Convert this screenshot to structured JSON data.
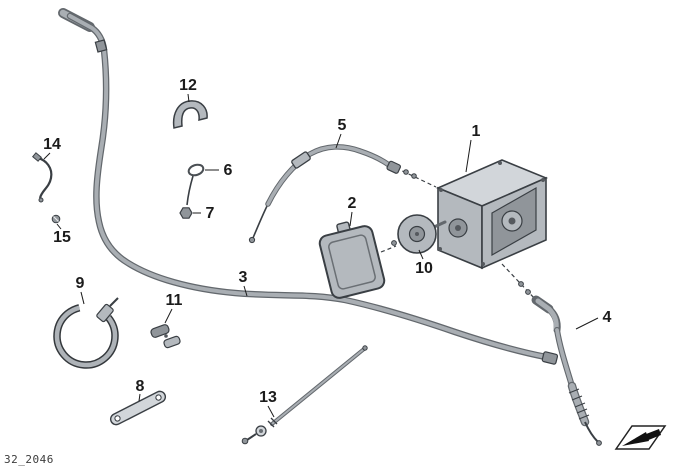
{
  "colors": {
    "bg": "#ffffff",
    "line": "#3a3f44",
    "cable_dark": "#63686d",
    "cable_light": "#a9aeb3",
    "part_light": "#d2d6da",
    "part_mid": "#b4b9be",
    "part_dark": "#90959a",
    "label": "#1b1b1b"
  },
  "diagram": {
    "callouts": [
      {
        "label": "1"
      },
      {
        "label": "2"
      },
      {
        "label": "3"
      },
      {
        "label": "4"
      },
      {
        "label": "5"
      },
      {
        "label": "6"
      },
      {
        "label": "7"
      },
      {
        "label": "8"
      },
      {
        "label": "9"
      },
      {
        "label": "10"
      },
      {
        "label": "11"
      },
      {
        "label": "12"
      },
      {
        "label": "13"
      },
      {
        "label": "14"
      },
      {
        "label": "15"
      }
    ],
    "footer_code": "32_2046",
    "corner_icon": "travel-direction-arrow"
  }
}
